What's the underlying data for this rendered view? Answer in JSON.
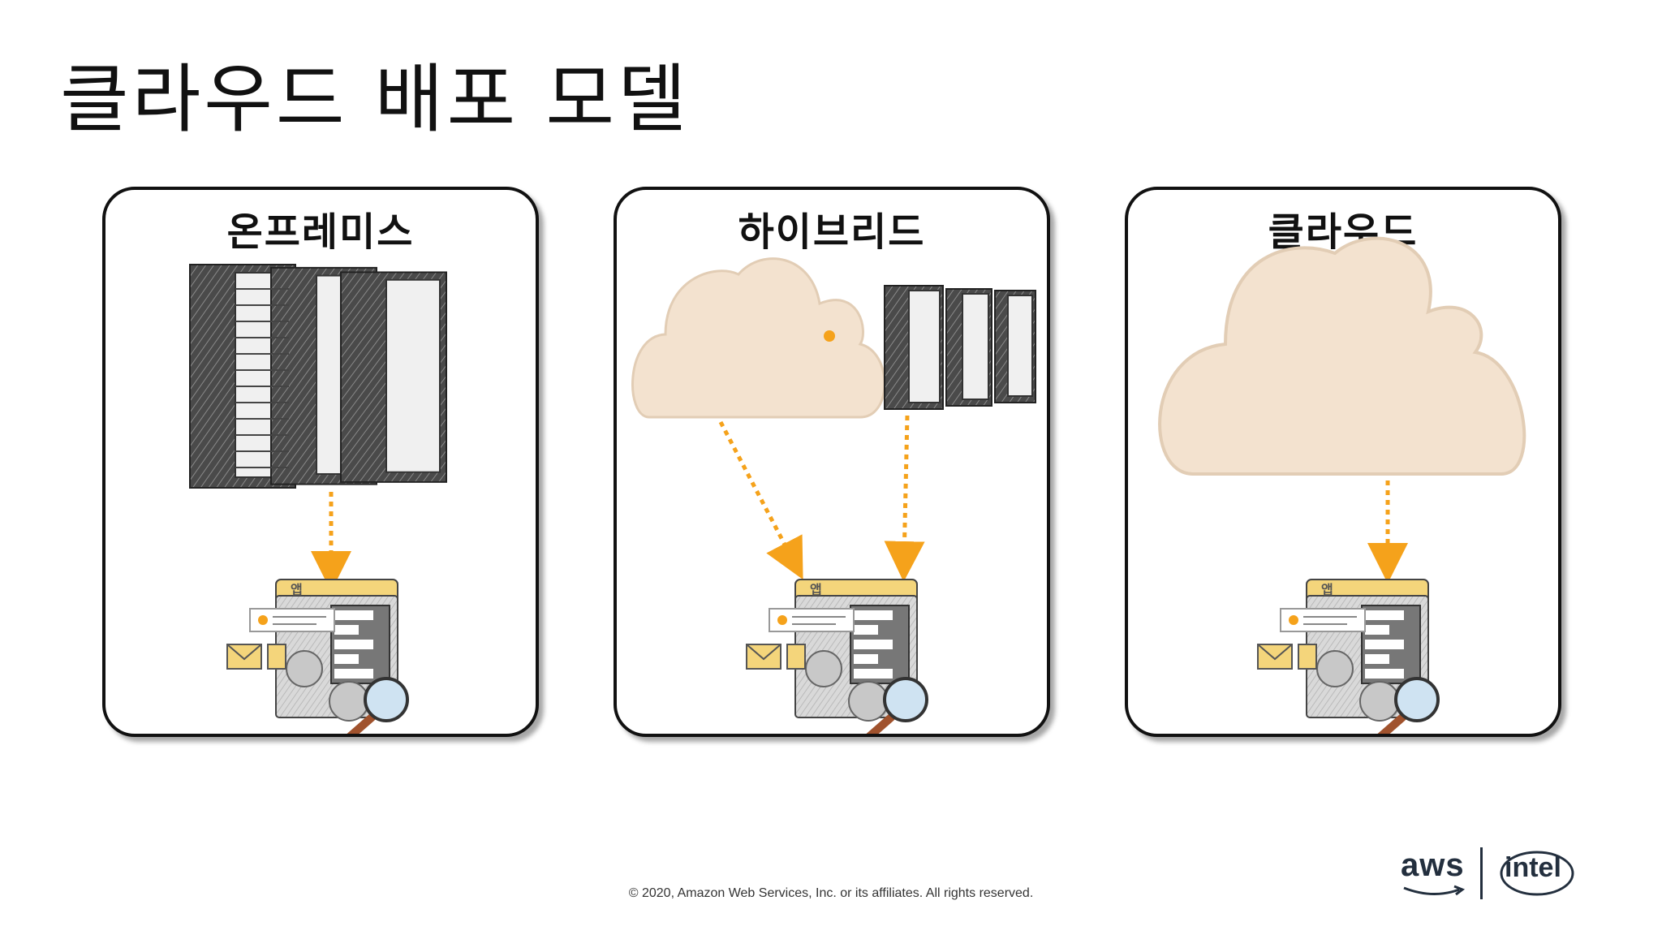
{
  "slide": {
    "title": "클라우드 배포 모델",
    "footer": "© 2020, Amazon Web Services, Inc. or its affiliates. All rights reserved."
  },
  "panels": [
    {
      "id": "on-premises",
      "title": "온프레미스"
    },
    {
      "id": "hybrid",
      "title": "하이브리드"
    },
    {
      "id": "cloud",
      "title": "클라우드"
    }
  ],
  "app_icon": {
    "folder_label": "앱"
  },
  "logos": {
    "aws": "aws",
    "intel": "intel"
  },
  "colors": {
    "arrow": "#f5a21b",
    "cloud_fill": "#f3e2cf",
    "cloud_stroke": "#e2cdb5",
    "server_dark": "#3d3d3d",
    "folder": "#f4d57b"
  }
}
